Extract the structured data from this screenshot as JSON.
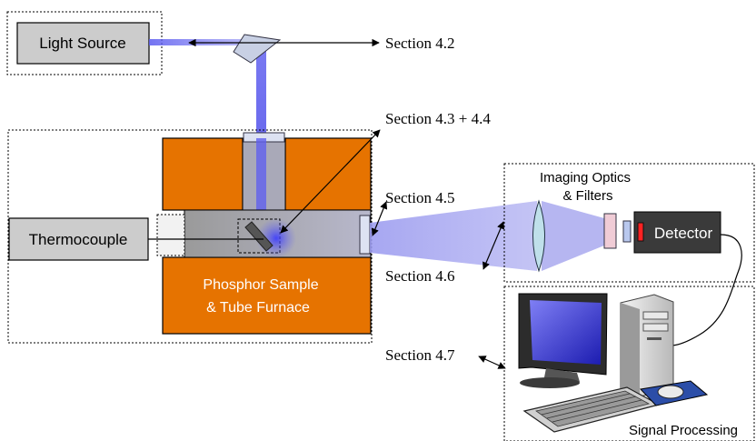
{
  "labels": {
    "light_source": "Light Source",
    "thermocouple": "Thermocouple",
    "furnace_line1": "Phosphor Sample",
    "furnace_line2": "& Tube Furnace",
    "optics_line1": "Imaging Optics",
    "optics_line2": "& Filters",
    "detector": "Detector",
    "signal_processing": "Signal Processing"
  },
  "sections": {
    "s42": "Section 4.2",
    "s43": "Section 4.3 + 4.4",
    "s45": "Section 4.5",
    "s46": "Section 4.6",
    "s47": "Section 4.7"
  },
  "colors": {
    "furnace_orange": "#e67300",
    "box_gray": "#cccccc",
    "beam_blue": "#6a6af0",
    "detector_dark": "#3a3a3a",
    "screen_blue": "#3333cc"
  },
  "icons": {
    "computer": "desktop-computer-icon",
    "keyboard": "keyboard-icon",
    "mouse": "mouse-icon",
    "lens": "lens-icon",
    "mirror": "mirror-icon"
  }
}
